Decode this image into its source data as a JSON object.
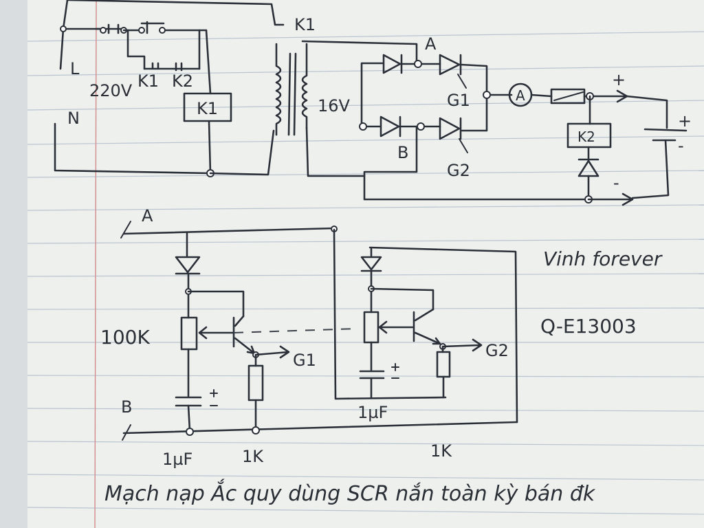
{
  "labels": {
    "L": "L",
    "N": "N",
    "v220": "220V",
    "K1_sw": "K1",
    "K2_sw": "K2",
    "K1_coil": "K1",
    "K1_top": "K1",
    "v16": "16V",
    "A_top": "A",
    "B_top": "B",
    "G1_top": "G1",
    "G2_top": "G2",
    "ammeter": "A",
    "K2_relay": "K2",
    "plus_out": "+",
    "minus_out": "-",
    "bat_plus": "+",
    "bat_minus": "-",
    "A_bottom": "A",
    "B_bottom": "B",
    "r100k": "100K",
    "G1_out": "G1",
    "G2_out": "G2",
    "cap1": "1µF",
    "cap2": "1µF",
    "r1k_1": "1K",
    "r1k_2": "1K",
    "author": "Vinh forever",
    "transistor": "Q-E13003",
    "caption": "Mạch nạp Ắc quy dùng SCR nắn toàn kỳ bán đk"
  },
  "colors": {
    "paper": "#eef0ee",
    "ink": "#2b3038",
    "rule": "#b9c4cf",
    "margin": "#d28a8a"
  }
}
